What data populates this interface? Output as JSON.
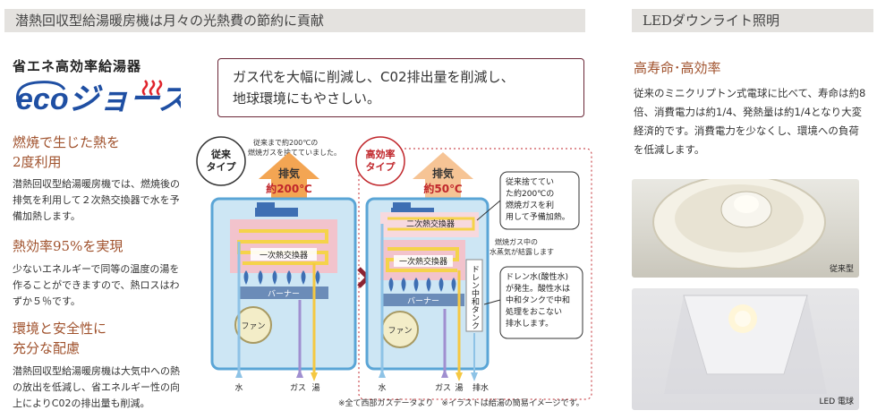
{
  "left_header": "潜熱回収型給湯暖房機は月々の光熱費の節約に貢献",
  "right_header": "LEDダウンライト照明",
  "brand": {
    "tagline": "省エネ高効率給湯器",
    "logo_text": "ecoジョーズ",
    "logo_color": "#1f4fa3"
  },
  "sections": [
    {
      "heading_lines": [
        "燃焼で生じた熱を",
        "2度利用"
      ],
      "body": "潜熱回収型給湯暖房機では、燃焼後の排気を利用して２次熱交換器で水を予備加熱します。"
    },
    {
      "heading_lines": [
        "熱効率95%を実現"
      ],
      "body": "少ないエネルギーで同等の温度の湯を作ることができますので、熱ロスはわずか５％です。"
    },
    {
      "heading_lines": [
        "環境と安全性に",
        "充分な配慮"
      ],
      "body": "潜熱回収型給湯暖房機は大気中への熱の放出を低減し、省エネルギー性の向上によりC02の排出量も削減。"
    }
  ],
  "callout": {
    "line1": "ガス代を大幅に削減し、C02排出量を削減し、",
    "line2": "地球環境にもやさしい。"
  },
  "diagram": {
    "conventional": {
      "label_lines": [
        "従来",
        "タイプ"
      ],
      "note_lines": [
        "従来まで約200℃の",
        "燃焼ガスを捨てていました。"
      ],
      "exhaust": "排気",
      "exhaust_temp": "約200℃",
      "primary": "一次熱交換器",
      "burner": "バーナー",
      "fan": "ファン",
      "water": "水",
      "gas": "ガス",
      "hot": "湯"
    },
    "high_eff": {
      "label_lines": [
        "高効率",
        "タイプ"
      ],
      "exhaust": "排気",
      "exhaust_temp": "約50℃",
      "secondary": "二次熱交換器",
      "primary": "一次熱交換器",
      "burner": "バーナー",
      "fan": "ファン",
      "drain_tank": "ドレン中和タンク",
      "water": "水",
      "gas": "ガス",
      "hot": "湯",
      "drain": "排水",
      "note1_lines": [
        "従来捨ててい",
        "た約200℃の",
        "燃焼ガスを利",
        "用して予備加熱。"
      ],
      "steam_lines": [
        "燃焼ガス中の",
        "水蒸気が結露します"
      ],
      "note2_lines": [
        "ドレン水(酸性水)",
        "が発生。酸性水は",
        "中和タンクで中和",
        "処理をおこない",
        "排水します。"
      ]
    },
    "footnote": "※全て西部ガスデータより　※イラストは給湯の簡易イメージです。"
  },
  "led": {
    "heading": "高寿命･高効率",
    "body": "従来のミニクリプトン式電球に比べて、寿命は約8倍、消費電力は約1/4、発熱量は約1/4となり大変経済的です。消費電力を少なくし、環境への負荷を低減します。",
    "photo1_label": "従来型",
    "photo2_label": "LED 電球"
  }
}
